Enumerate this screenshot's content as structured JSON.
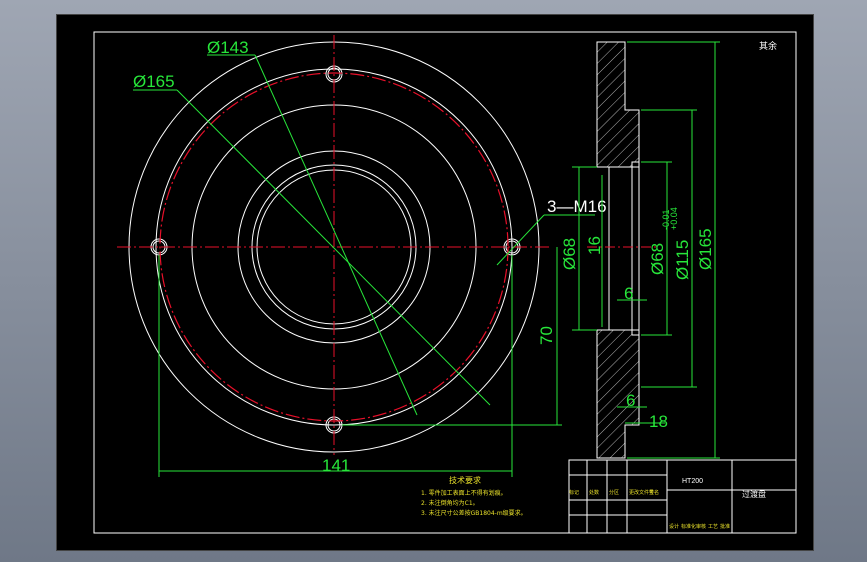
{
  "dimensions": {
    "d143": "Ø143",
    "d165_left": "Ø165",
    "thread": "3—M16",
    "d68_left": "Ø68",
    "sixteen": "16",
    "seventy": "70",
    "one41": "141",
    "d68_right": "Ø68",
    "d115": "Ø115",
    "d115_tol": "+0.04",
    "d165_right": "Ø165",
    "six_a": "6",
    "six_b": "6",
    "eighteen": "18",
    "tol_small": "-0.01"
  },
  "tech_requirements": {
    "title": "技术要求",
    "items": [
      "1. 零件加工表面上不得有划痕。",
      "2. 未注倒角均为C1。",
      "3. 未注尺寸公差按GB1804-m级要求。"
    ]
  },
  "title_block": {
    "material": "HT200",
    "part_name": "过渡盘",
    "row_labels": [
      "标记",
      "处数",
      "分区",
      "更改文件号",
      "签名"
    ],
    "bottom_labels": [
      "设计",
      "标准化",
      "审核",
      "工艺",
      "批准"
    ]
  },
  "corner_mark": "其余"
}
